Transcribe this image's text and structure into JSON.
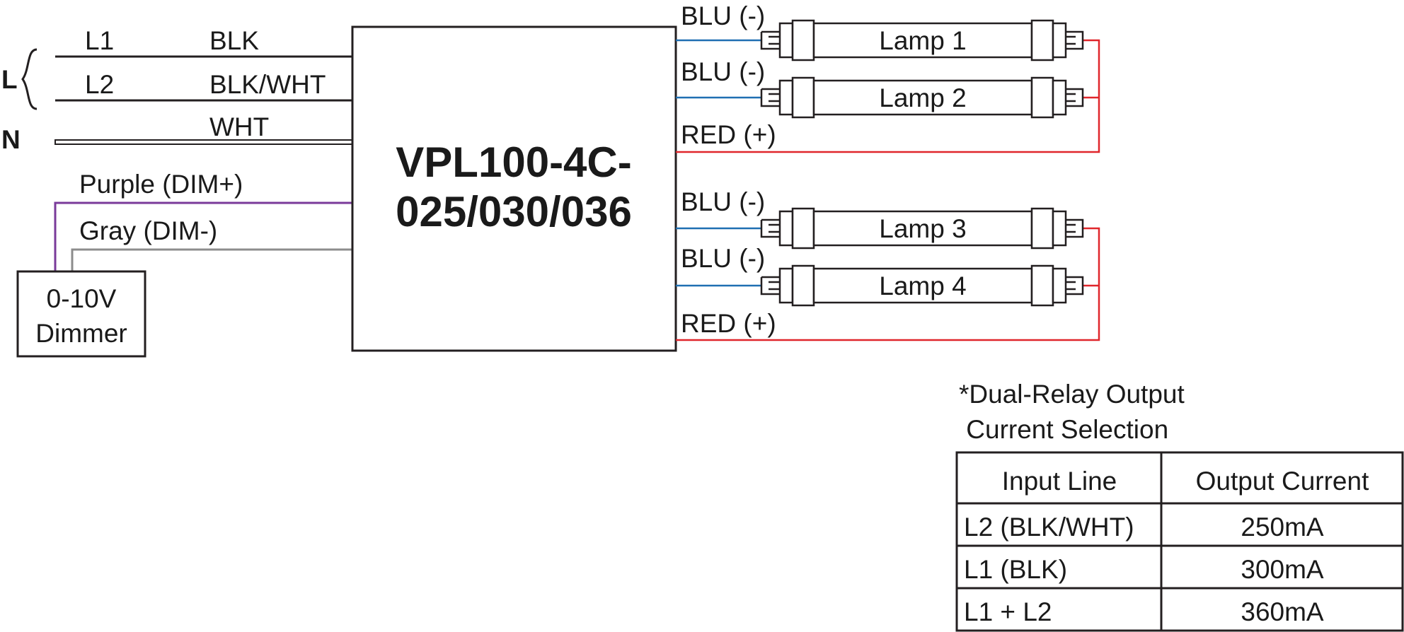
{
  "supply": {
    "l_symbol": "L",
    "n_symbol": "N",
    "l1_label": "L1",
    "l2_label": "L2",
    "l1_color": "BLK",
    "l2_color": "BLK/WHT",
    "n_color": "WHT"
  },
  "dimming": {
    "purple_label": "Purple (DIM+)",
    "gray_label": "Gray (DIM-)",
    "dimmer_line1": "0-10V",
    "dimmer_line2": "Dimmer"
  },
  "driver": {
    "model_line1": "VPL100-4C-",
    "model_line2": "025/030/036"
  },
  "outputs": {
    "blu_label": "BLU (-)",
    "red_label": "RED (+)",
    "lamps": [
      "Lamp 1",
      "Lamp 2",
      "Lamp 3",
      "Lamp 4"
    ]
  },
  "selection": {
    "title_line1": "*Dual-Relay Output",
    "title_line2": " Current Selection",
    "headers": [
      "Input Line",
      "Output Current"
    ],
    "rows": [
      [
        "L2 (BLK/WHT)",
        "250mA"
      ],
      [
        "L1 (BLK)",
        "300mA"
      ],
      [
        "L1 + L2",
        "360mA"
      ]
    ]
  },
  "colors": {
    "blue_wire": "#1f6fb2",
    "red_wire": "#e0262b",
    "purple_wire": "#7a3a9a",
    "gray_wire": "#8c8c8c",
    "black_wire": "#231f20"
  }
}
